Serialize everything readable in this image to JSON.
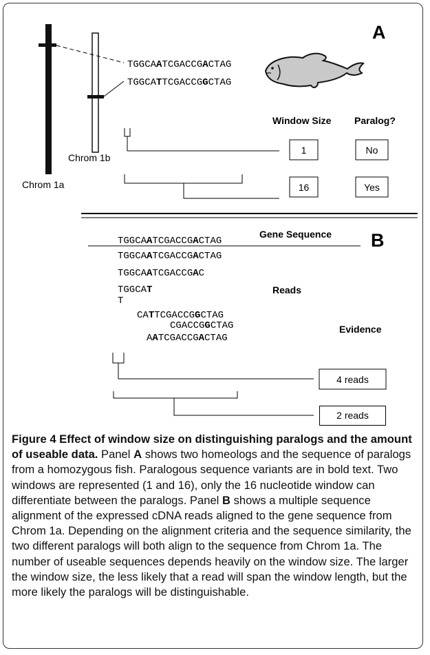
{
  "panel_a": {
    "letter": "A",
    "chrom_1a_label": "Chrom 1a",
    "chrom_1b_label": "Chrom 1b",
    "seq1": [
      "TGGCA",
      "A",
      "TCGACCG",
      "A",
      "CTAG"
    ],
    "seq2": [
      "TGGCA",
      "T",
      "TCGACCG",
      "G",
      "CTAG"
    ],
    "window_size_header": "Window Size",
    "paralog_header": "Paralog?",
    "rows": [
      {
        "window": "1",
        "paralog": "No"
      },
      {
        "window": "16",
        "paralog": "Yes"
      }
    ]
  },
  "panel_b": {
    "letter": "B",
    "gene_sequence_label": "Gene Sequence",
    "reads_label": "Reads",
    "evidence_label": "Evidence",
    "gene_seq": [
      "TGGCA",
      "A",
      "TCGACCG",
      "A",
      "CTAG"
    ],
    "reads": [
      [
        "TGGCA",
        "A",
        "TCGACCG",
        "A",
        "CTAG"
      ],
      [
        "TGGCA",
        "A",
        "TCGACCG",
        "A",
        "C"
      ],
      [
        "TGGCA",
        "T"
      ],
      [
        "T"
      ],
      [
        "CA",
        "T",
        "TCGACCG",
        "G",
        "CTAG"
      ],
      [
        "CGACCG",
        "G",
        "CTAG"
      ],
      [
        "A",
        "A",
        "TCGACCG",
        "A",
        "CTAG"
      ]
    ],
    "evidence": [
      "4 reads",
      "2 reads"
    ]
  },
  "caption": {
    "title": "Figure 4 Effect of window size on distinguishing paralogs and the amount of useable data.",
    "p1": " Panel ",
    "a": "A",
    "p2": " shows two homeologs and the sequence of paralogs from a homozygous fish. Paralogous sequence variants are in bold text. Two windows are represented (1 and 16), only the 16 nucleotide window can differentiate between the paralogs. Panel ",
    "b": "B",
    "p3": " shows a multiple sequence alignment of the expressed cDNA reads aligned to the gene sequence from Chrom 1a. Depending on the alignment criteria and the sequence similarity, the two different paralogs will both align to the sequence from Chrom 1a. The number of useable sequences depends heavily on the window size. The larger the window size, the less likely that a read will span the window length, but the more likely the paralogs will be distinguishable."
  }
}
